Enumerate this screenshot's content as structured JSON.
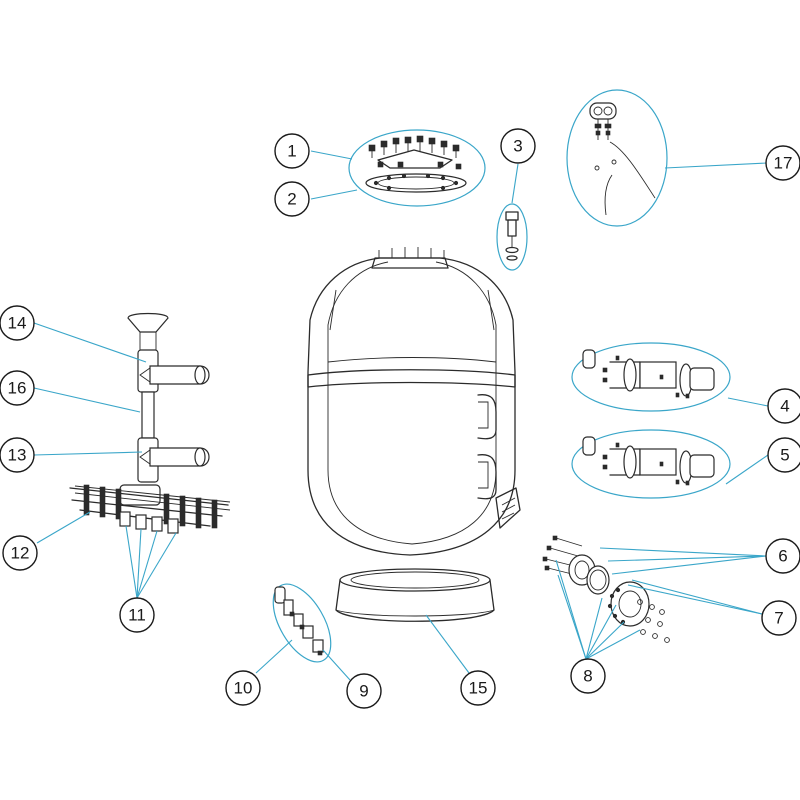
{
  "diagram": {
    "colors": {
      "leader": "#3aa6c9",
      "outline": "#2b2b2b",
      "background": "#ffffff"
    },
    "callouts": [
      {
        "id": "1",
        "label": "1"
      },
      {
        "id": "2",
        "label": "2"
      },
      {
        "id": "3",
        "label": "3"
      },
      {
        "id": "4",
        "label": "4"
      },
      {
        "id": "5",
        "label": "5"
      },
      {
        "id": "6",
        "label": "6"
      },
      {
        "id": "7",
        "label": "7"
      },
      {
        "id": "8",
        "label": "8"
      },
      {
        "id": "9",
        "label": "9"
      },
      {
        "id": "10",
        "label": "10"
      },
      {
        "id": "11",
        "label": "11"
      },
      {
        "id": "12",
        "label": "12"
      },
      {
        "id": "13",
        "label": "13"
      },
      {
        "id": "14",
        "label": "14"
      },
      {
        "id": "15",
        "label": "15"
      },
      {
        "id": "16",
        "label": "16"
      },
      {
        "id": "17",
        "label": "17"
      }
    ]
  }
}
